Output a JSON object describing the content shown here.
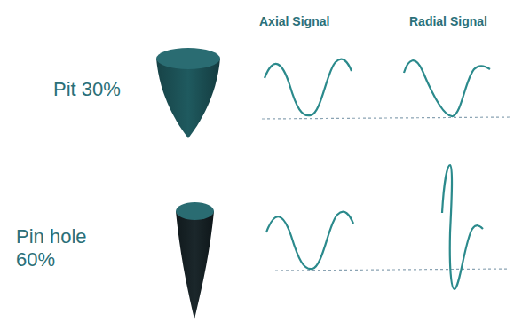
{
  "diagram": {
    "labels": [
      "Axial Signal",
      "Radial Signal",
      "Pit 30%",
      "Pin hole 60%"
    ]
  }
}
